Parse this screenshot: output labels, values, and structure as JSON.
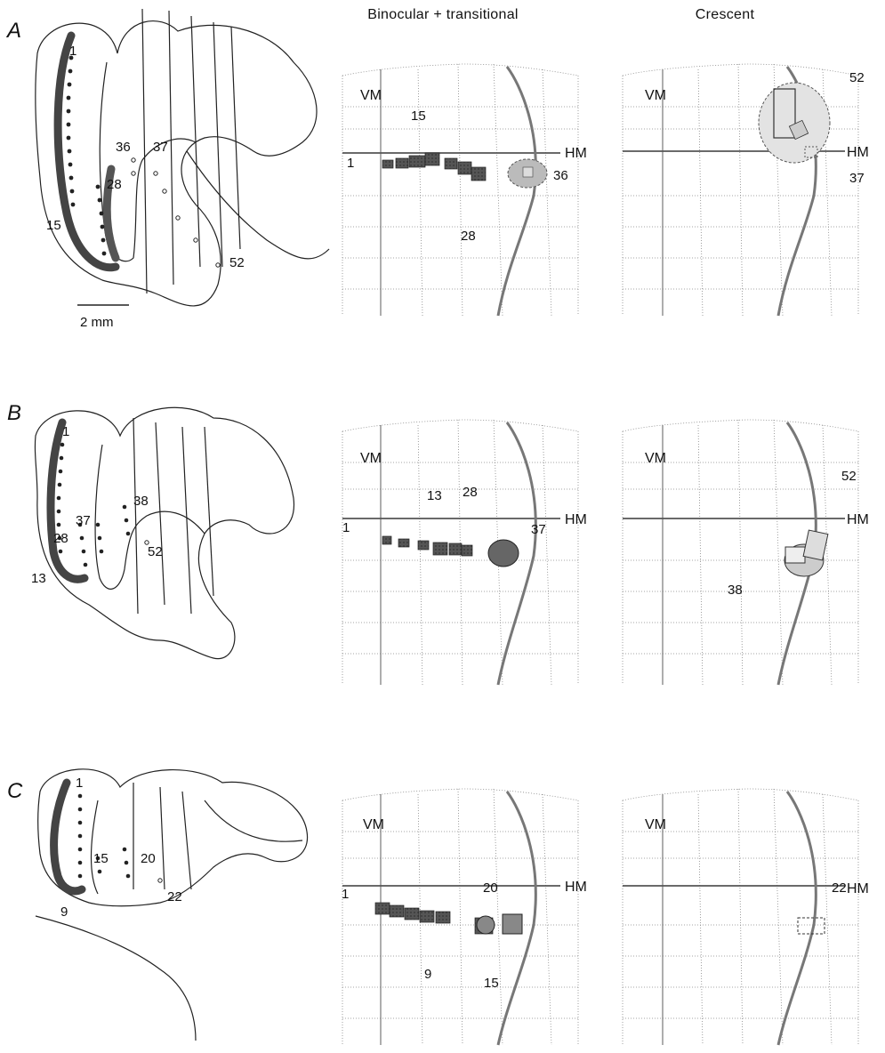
{
  "headers": {
    "binocular": "Binocular + transitional",
    "crescent": "Crescent"
  },
  "scale_bar": "2 mm",
  "axis_labels": {
    "vm": "VM",
    "hm": "HM"
  },
  "rows": [
    {
      "letter": "A",
      "section_labels": [
        "1",
        "15",
        "28",
        "36",
        "37",
        "52"
      ],
      "binocular_labels": [
        "1",
        "15",
        "28",
        "36"
      ],
      "crescent_labels": [
        "52",
        "37"
      ]
    },
    {
      "letter": "B",
      "section_labels": [
        "1",
        "28",
        "13",
        "37",
        "38",
        "52"
      ],
      "binocular_labels": [
        "1",
        "13",
        "28",
        "37"
      ],
      "crescent_labels": [
        "52",
        "38"
      ]
    },
    {
      "letter": "C",
      "section_labels": [
        "1",
        "15",
        "20",
        "9",
        "22"
      ],
      "binocular_labels": [
        "1",
        "20",
        "9",
        "15"
      ],
      "crescent_labels": [
        "22"
      ]
    }
  ]
}
